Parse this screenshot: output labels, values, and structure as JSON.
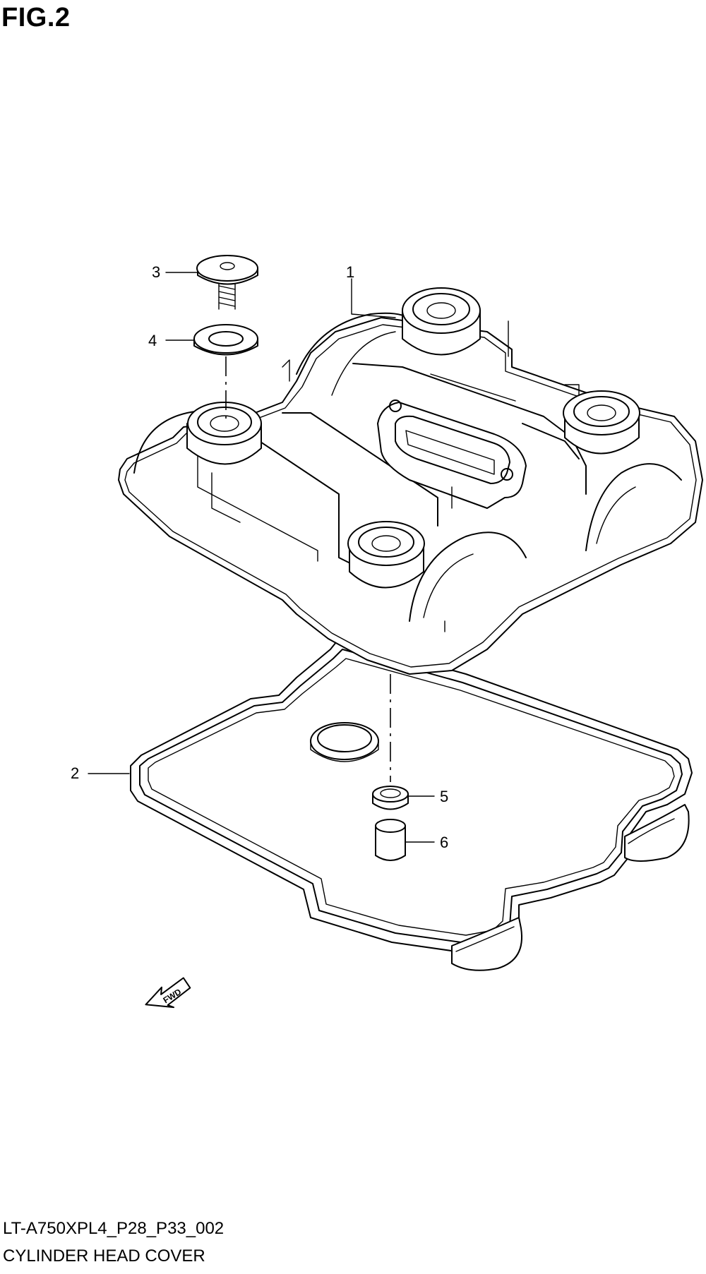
{
  "figure": {
    "title": "FIG.2"
  },
  "callouts": [
    {
      "number": "1",
      "part": "cylinder-head-cover"
    },
    {
      "number": "2",
      "part": "gasket"
    },
    {
      "number": "3",
      "part": "bolt"
    },
    {
      "number": "4",
      "part": "washer"
    },
    {
      "number": "5",
      "part": "seal"
    },
    {
      "number": "6",
      "part": "dowel-pin"
    }
  ],
  "direction_marker": {
    "label": "FWD",
    "icon": "fwd-arrow-icon"
  },
  "footer": {
    "diagram_code": "LT-A750XPL4_P28_P33_002",
    "section_name": "CYLINDER HEAD COVER"
  }
}
